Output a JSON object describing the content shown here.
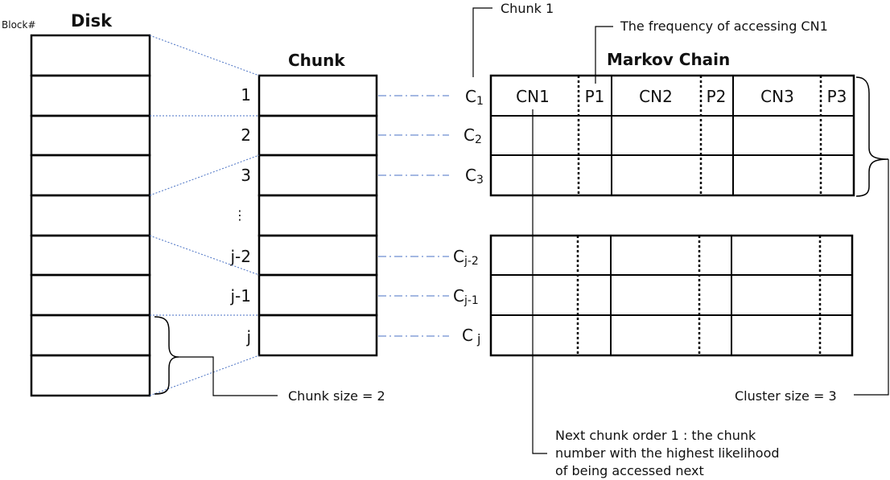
{
  "disk": {
    "block_label": "Block#",
    "title": "Disk"
  },
  "chunk": {
    "title": "Chunk",
    "rows": [
      "1",
      "2",
      "3",
      "⋮",
      "j-2",
      "j-1",
      "j"
    ]
  },
  "markov": {
    "title": "Markov Chain",
    "headers": [
      "CN1",
      "P1",
      "CN2",
      "P2",
      "CN3",
      "P3"
    ],
    "row_labels": [
      {
        "base": "C",
        "sub": "1"
      },
      {
        "base": "C",
        "sub": "2"
      },
      {
        "base": "C",
        "sub": "3"
      },
      {
        "base": "C",
        "sub": "j-2"
      },
      {
        "base": "C",
        "sub": "j-1"
      },
      {
        "base": "C",
        "sub": " j"
      }
    ]
  },
  "annotations": {
    "chunk1": "Chunk 1",
    "frequency": "The frequency of accessing CN1",
    "chunk_size": "Chunk size = 2",
    "cluster_size": "Cluster size = 3",
    "next_chunk_line1": "Next chunk order 1 : the chunk",
    "next_chunk_line2": "number with the highest likelihood",
    "next_chunk_line3": "of being accessed next"
  },
  "colors": {
    "stroke": "#000000",
    "mapping_line": "#4a72c4"
  }
}
